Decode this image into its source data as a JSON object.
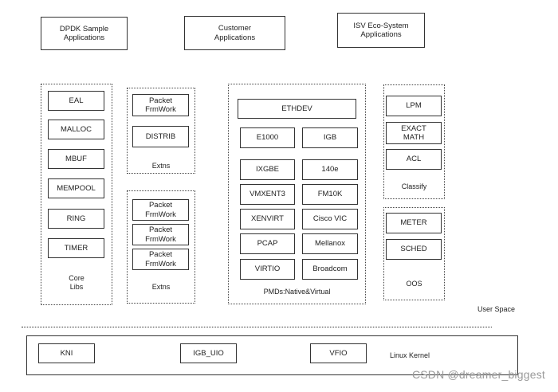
{
  "top_apps": [
    "DPDK Sample\nApplications",
    "Customer\nApplications",
    "ISV Eco-System\nApplications"
  ],
  "core_libs": {
    "items": [
      "EAL",
      "MALLOC",
      "MBUF",
      "MEMPOOL",
      "RING",
      "TIMER"
    ],
    "label": "Core\nLibs"
  },
  "extns_1": {
    "items": [
      "Packet\nFrmWork",
      "DISTRIB"
    ],
    "label": "Extns"
  },
  "extns_2": {
    "items": [
      "Packet\nFrmWork",
      "Packet\nFrmWork",
      "Packet\nFrmWork"
    ],
    "label": "Extns"
  },
  "pmds": {
    "header": "ETHDEV",
    "items": [
      "E1000",
      "IGB",
      "IXGBE",
      "140e",
      "VMXENT3",
      "FM10K",
      "XENVIRT",
      "Cisco VIC",
      "PCAP",
      "Mellanox",
      "VIRTIO",
      "Broadcom"
    ],
    "label": "PMDs:Native&Virtual"
  },
  "classify": {
    "items": [
      "LPM",
      "EXACT\nMATH",
      "ACL"
    ],
    "label": "Classify"
  },
  "qos": {
    "items": [
      "METER",
      "SCHED"
    ],
    "label": "OOS"
  },
  "user_space_label": "User Space",
  "kernel": {
    "items": [
      "KNI",
      "IGB_UIO",
      "VFIO"
    ],
    "label": "Linux Kernel"
  },
  "watermark": "CSDN @dreamer_biggest"
}
